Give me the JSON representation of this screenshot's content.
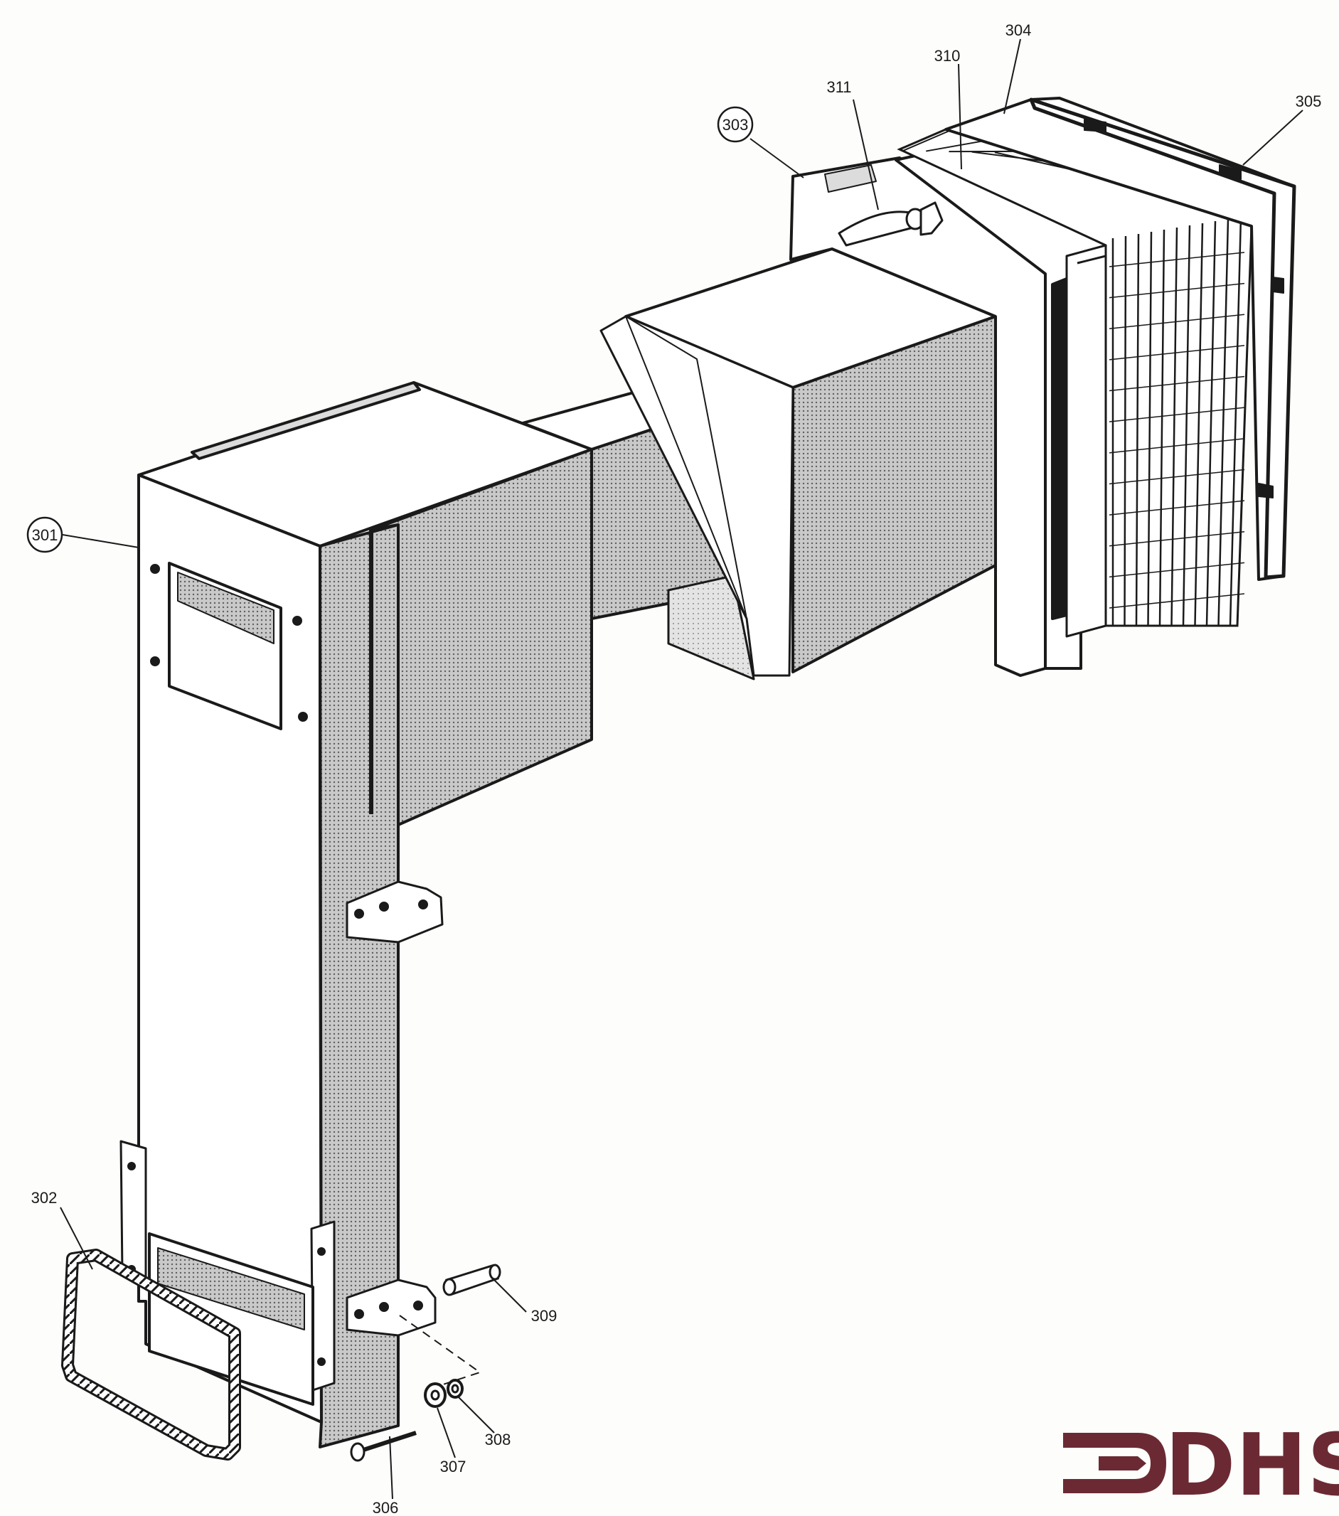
{
  "diagram": {
    "callouts": [
      {
        "id": "301",
        "text": "301",
        "circled": true
      },
      {
        "id": "302",
        "text": "302",
        "circled": false
      },
      {
        "id": "303",
        "text": "303",
        "circled": true
      },
      {
        "id": "304",
        "text": "304",
        "circled": false
      },
      {
        "id": "305",
        "text": "305",
        "circled": false
      },
      {
        "id": "306",
        "text": "306",
        "circled": false
      },
      {
        "id": "307",
        "text": "307",
        "circled": false
      },
      {
        "id": "308",
        "text": "308",
        "circled": false
      },
      {
        "id": "309",
        "text": "309",
        "circled": false
      },
      {
        "id": "310",
        "text": "310",
        "circled": false
      },
      {
        "id": "311",
        "text": "311",
        "circled": false
      }
    ]
  },
  "logo": {
    "text": "DHS",
    "color": "#6b2a33"
  },
  "colors": {
    "ink": "#1a1a1a",
    "shade_light": "#cfcfcf",
    "shade_mid": "#a9a9a9",
    "shade_dark": "#7d7d7d",
    "paper": "#fdfdfb"
  }
}
